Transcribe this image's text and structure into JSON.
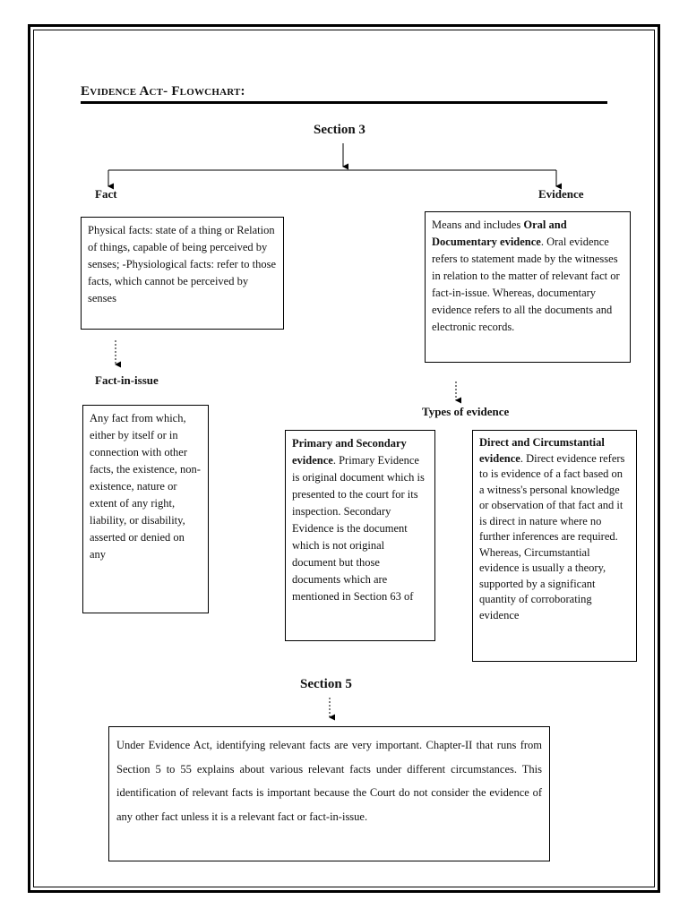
{
  "title": "Evidence Act- Flowchart:",
  "section3": "Section 3",
  "fact": {
    "heading": "Fact",
    "text": "Physical facts: state of a thing or Relation of things, capable of being perceived by senses; -Physiological facts: refer to those facts, which cannot be perceived by senses"
  },
  "evidence": {
    "heading": "Evidence",
    "intro": "Means and includes ",
    "bold": "Oral and Documentary evidence",
    "rest": ". Oral evidence refers to statement made by the witnesses in relation to the matter of relevant fact or fact-in-issue. Whereas, documentary evidence refers to all the documents and electronic records."
  },
  "fact_in_issue": {
    "heading": "Fact-in-issue",
    "text": "Any fact from which, either by itself or in connection with other facts, the existence, non-existence, nature or extent of any right, liability, or disability, asserted or denied on any"
  },
  "types": {
    "heading": "Types of evidence",
    "primary": {
      "bold": "Primary and Secondary evidence",
      "rest": ". Primary Evidence is original document which is presented to the court for its inspection. Secondary Evidence is the document which is not original document but those documents which are mentioned in Section 63 of"
    },
    "direct": {
      "bold": "Direct and Circumstantial evidence",
      "rest": ". Direct evidence refers to is evidence of a fact based on a witness's personal knowledge or observation of that fact and it is direct in nature where no further inferences are required. Whereas, Circumstantial evidence is usually a theory, supported by a significant quantity of corroborating evidence"
    }
  },
  "section5": {
    "heading": "Section 5",
    "text": "Under Evidence Act, identifying relevant facts are very important. Chapter-II that runs from Section 5 to 55 explains about various relevant facts under different circumstances. This identification of relevant facts is important because the Court do not consider the evidence of any other fact unless it is a relevant fact or fact-in-issue."
  }
}
